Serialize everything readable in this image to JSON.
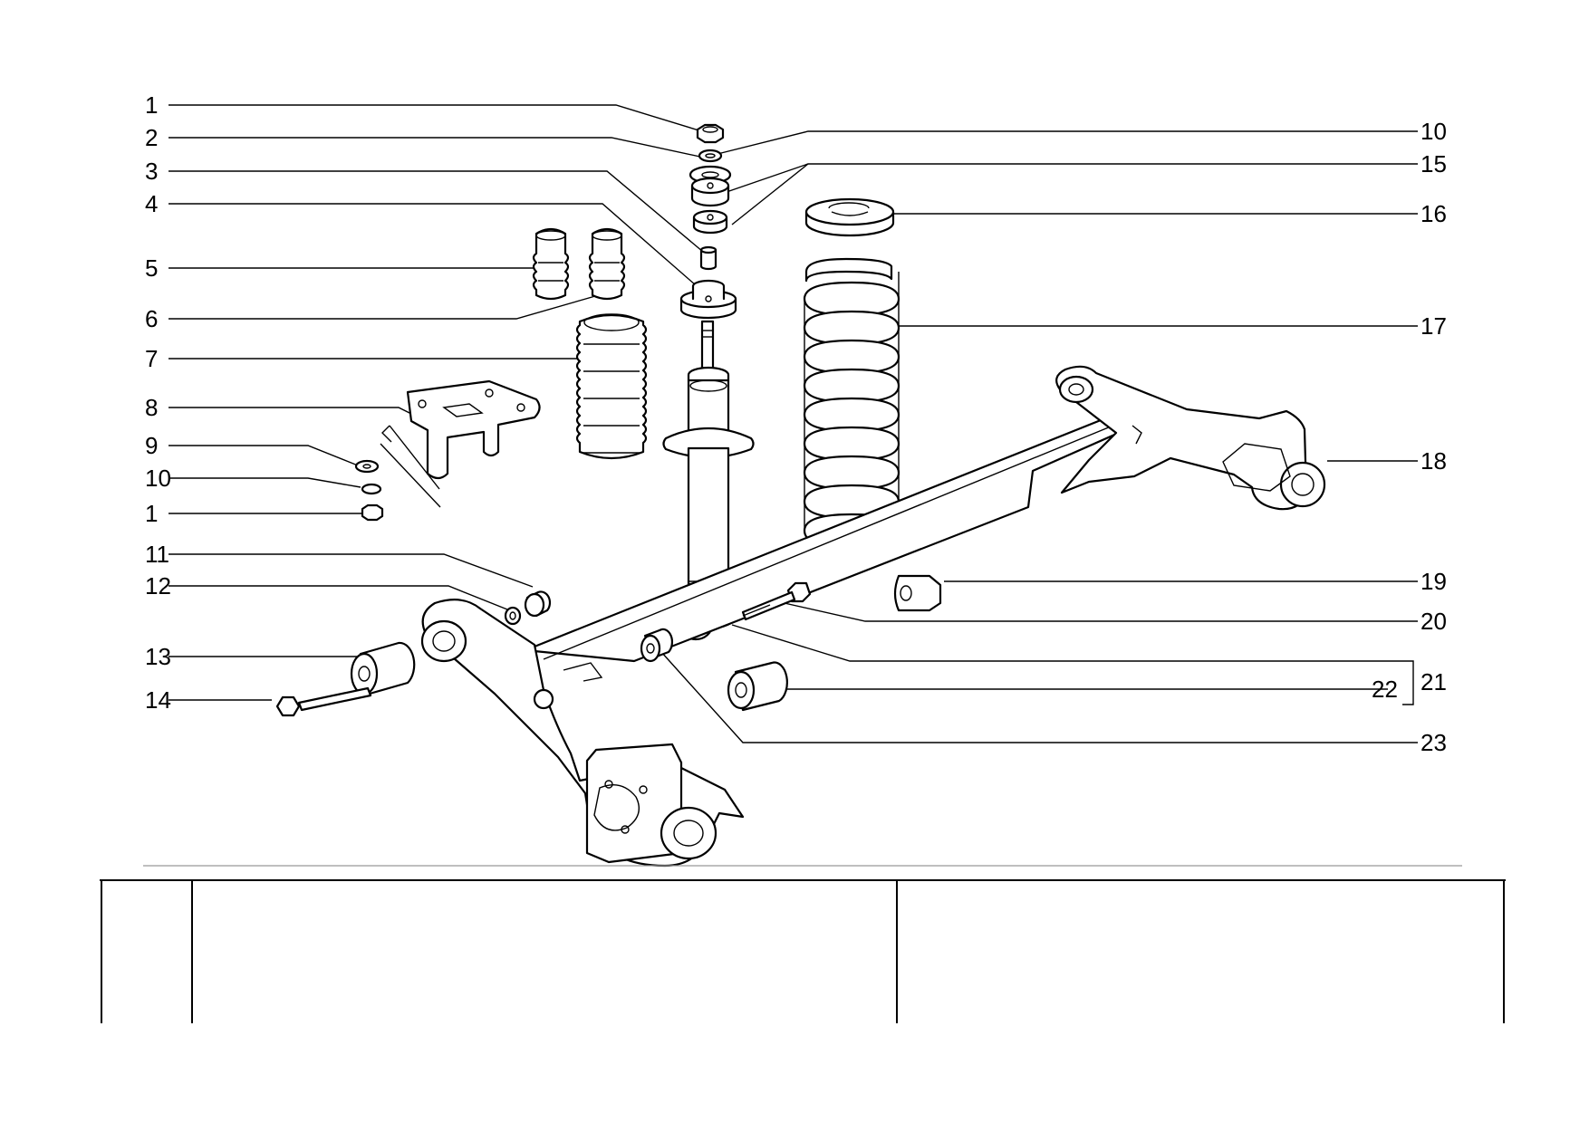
{
  "callouts_left": [
    {
      "id": "cl-1a",
      "text": "1"
    },
    {
      "id": "cl-2",
      "text": "2"
    },
    {
      "id": "cl-3",
      "text": "3"
    },
    {
      "id": "cl-4",
      "text": "4"
    },
    {
      "id": "cl-5",
      "text": "5"
    },
    {
      "id": "cl-6",
      "text": "6"
    },
    {
      "id": "cl-7",
      "text": "7"
    },
    {
      "id": "cl-8",
      "text": "8"
    },
    {
      "id": "cl-9",
      "text": "9"
    },
    {
      "id": "cl-10a",
      "text": "10"
    },
    {
      "id": "cl-1b",
      "text": "1"
    },
    {
      "id": "cl-11",
      "text": "11"
    },
    {
      "id": "cl-12",
      "text": "12"
    },
    {
      "id": "cl-13",
      "text": "13"
    },
    {
      "id": "cl-14",
      "text": "14"
    }
  ],
  "callouts_right": [
    {
      "id": "cr-10",
      "text": "10"
    },
    {
      "id": "cr-15",
      "text": "15"
    },
    {
      "id": "cr-16",
      "text": "16"
    },
    {
      "id": "cr-17",
      "text": "17"
    },
    {
      "id": "cr-18",
      "text": "18"
    },
    {
      "id": "cr-19",
      "text": "19"
    },
    {
      "id": "cr-20",
      "text": "20"
    },
    {
      "id": "cr-22",
      "text": "22"
    },
    {
      "id": "cr-21",
      "text": "21"
    },
    {
      "id": "cr-23",
      "text": "23"
    }
  ]
}
